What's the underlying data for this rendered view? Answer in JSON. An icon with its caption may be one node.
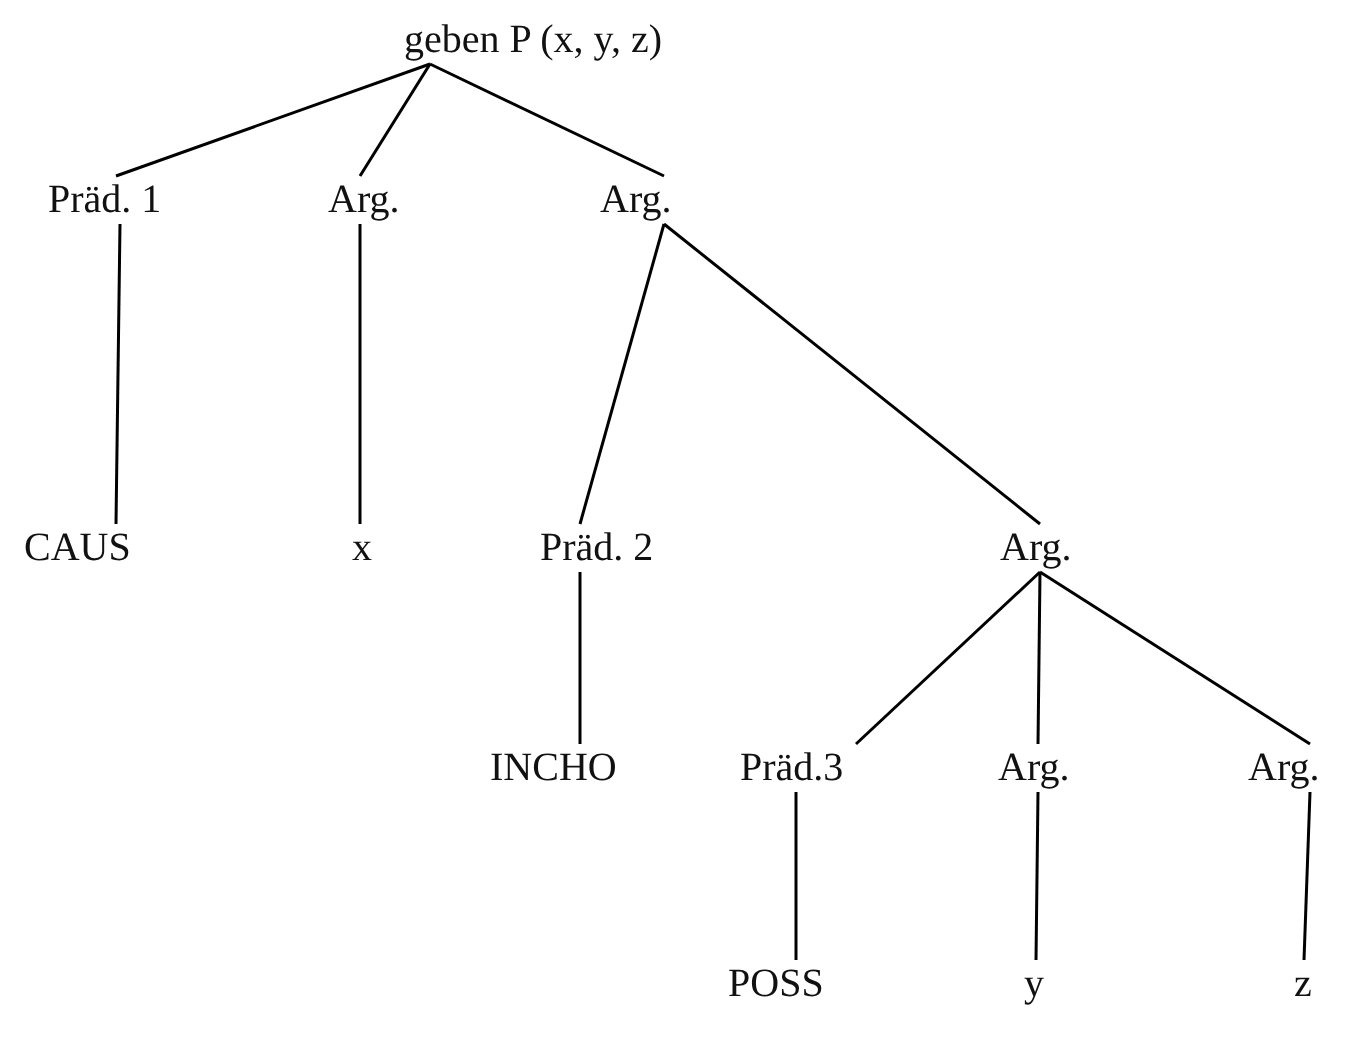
{
  "diagram": {
    "nodes": [
      {
        "text": [
          "geben P (x, y, z)"
        ]
      },
      {
        "text": [
          "Präd. 1"
        ]
      },
      {
        "text": [
          "Arg."
        ]
      },
      {
        "text": [
          "Arg."
        ]
      },
      {
        "text": [
          "CAUS"
        ]
      },
      {
        "text": [
          "x"
        ]
      },
      {
        "text": [
          "Präd. 2"
        ]
      },
      {
        "text": [
          "Arg."
        ]
      },
      {
        "text": [
          "INCHO"
        ]
      },
      {
        "text": [
          "Präd.3"
        ]
      },
      {
        "text": [
          "Arg."
        ]
      },
      {
        "text": [
          "Arg."
        ]
      },
      {
        "text": [
          "POSS"
        ]
      },
      {
        "text": [
          "y"
        ]
      },
      {
        "text": [
          "z"
        ]
      }
    ],
    "edges": [
      {
        "from": 0,
        "to": 1,
        "arrow": "none"
      },
      {
        "from": 0,
        "to": 2,
        "arrow": "none"
      },
      {
        "from": 0,
        "to": 3,
        "arrow": "none"
      },
      {
        "from": 1,
        "to": 4,
        "arrow": "none"
      },
      {
        "from": 2,
        "to": 5,
        "arrow": "none"
      },
      {
        "from": 3,
        "to": 6,
        "arrow": "none"
      },
      {
        "from": 3,
        "to": 7,
        "arrow": "none"
      },
      {
        "from": 6,
        "to": 8,
        "arrow": "none"
      },
      {
        "from": 7,
        "to": 9,
        "arrow": "none"
      },
      {
        "from": 7,
        "to": 10,
        "arrow": "none"
      },
      {
        "from": 7,
        "to": 11,
        "arrow": "none"
      },
      {
        "from": 9,
        "to": 12,
        "arrow": "none"
      },
      {
        "from": 10,
        "to": 13,
        "arrow": "none"
      },
      {
        "from": 11,
        "to": 14,
        "arrow": "none"
      }
    ]
  }
}
